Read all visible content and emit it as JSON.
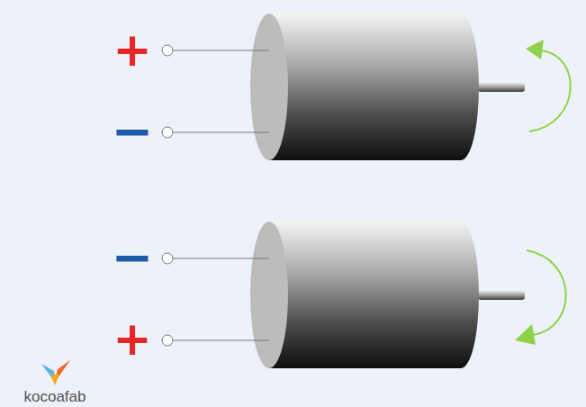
{
  "diagram": {
    "labels": [
      "+",
      "−",
      "−",
      "+",
      "kocoafab"
    ]
  }
}
